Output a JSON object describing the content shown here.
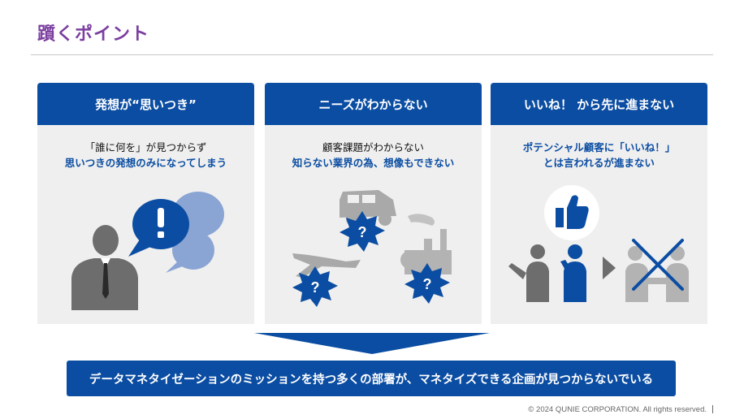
{
  "page": {
    "title": "躓くポイント"
  },
  "cards": [
    {
      "heading": "発想が“思いつき”",
      "line1": "「誰に何を」が見つからず",
      "line2": "思いつきの発想のみになってしまう"
    },
    {
      "heading": "ニーズがわからない",
      "line1": "顧客課題がわからない",
      "line2": "知らない業界の為、想像もできない"
    },
    {
      "heading": "いいね！ から先に進まない",
      "line1": "ポテンシャル顧客に「いいね！」",
      "line2": "とは言われるが進まない"
    }
  ],
  "icons": {
    "card1": [
      "person-icon",
      "speech-bubble-icon",
      "exclamation-icon"
    ],
    "card2": [
      "car-icon",
      "airplane-icon",
      "factory-icon",
      "question-burst-icon"
    ],
    "card3": [
      "business-pair-icon",
      "thumbs-up-icon",
      "play-arrow-icon",
      "handshake-icon",
      "cross-mark-icon"
    ]
  },
  "conclusion": {
    "text": "データマネタイゼーションのミッションを持つ多くの部署が、マネタイズできる企画が見つからないでいる"
  },
  "footer": {
    "copyright": "© 2024 QUNIE CORPORATION. All rights reserved."
  },
  "colors": {
    "brand_blue": "#0b4da2",
    "title_purple": "#7b3fa0",
    "card_bg": "#efefef",
    "light_blue": "#8aa5d4",
    "gray": "#9a9a9a"
  }
}
